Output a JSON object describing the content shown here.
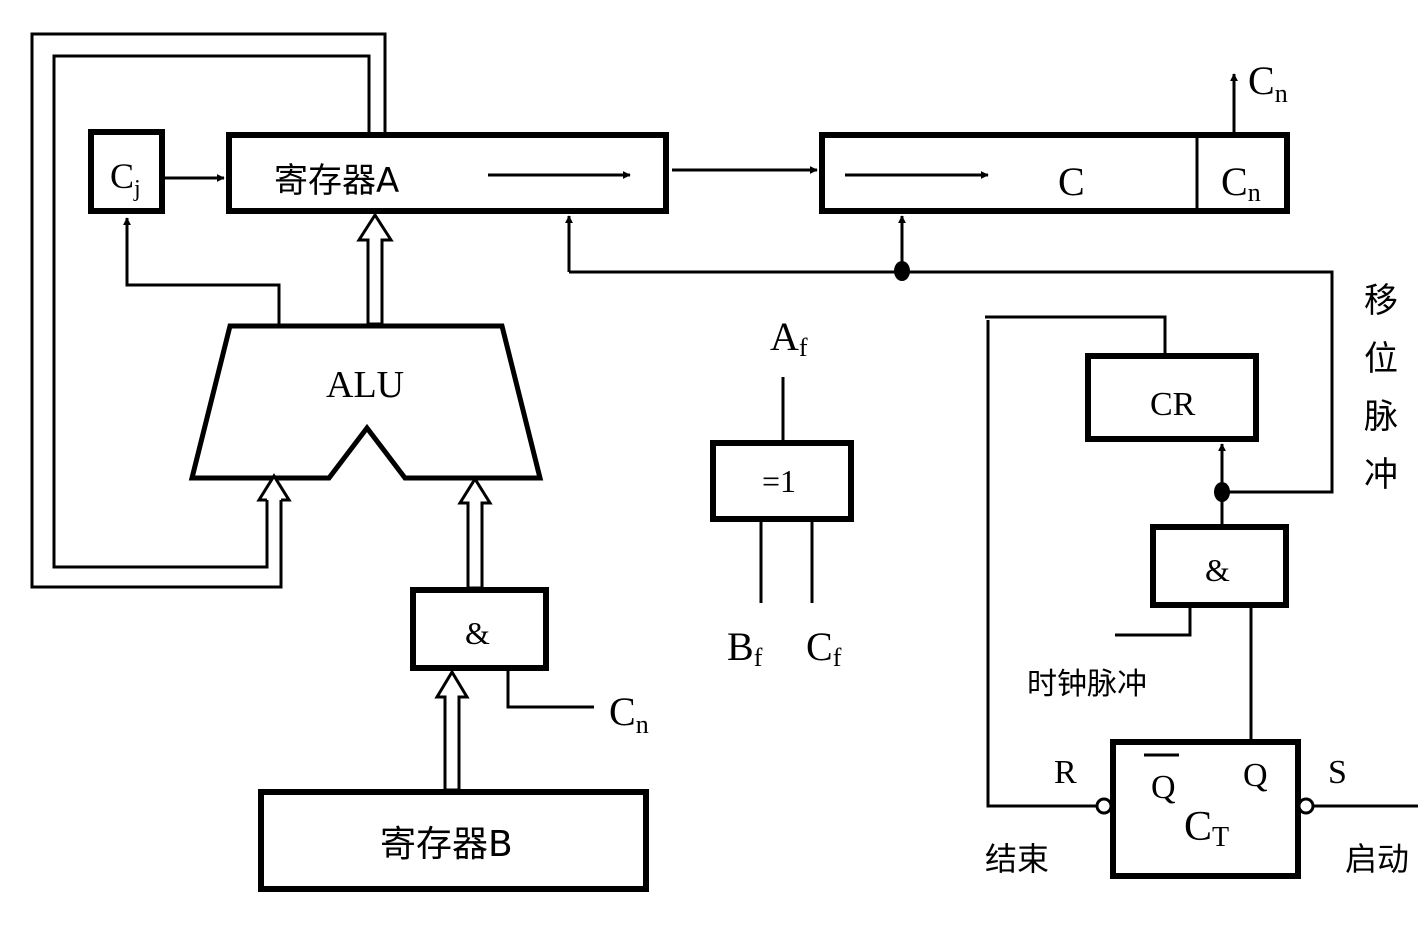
{
  "diagram": {
    "title": "",
    "blocks": {
      "cj": {
        "main": "C",
        "sub": "j"
      },
      "reg_a": {
        "label": "寄存器A"
      },
      "reg_c": {
        "label": "C",
        "cell": {
          "main": "C",
          "sub": "n"
        }
      },
      "alu": {
        "label": "ALU"
      },
      "and_b": {
        "label": "&"
      },
      "reg_b": {
        "label": "寄存器B"
      },
      "xor": {
        "label": "=1"
      },
      "cr": {
        "label": "CR"
      },
      "and_clk": {
        "label": "&"
      },
      "ct": {
        "main": "C",
        "sub": "T",
        "q": "Q",
        "qbar": "Q"
      }
    },
    "signals": {
      "cn_out": {
        "main": "C",
        "sub": "n"
      },
      "cn_in": {
        "main": "C",
        "sub": "n"
      },
      "af": {
        "main": "A",
        "sub": "f"
      },
      "bf": {
        "main": "B",
        "sub": "f"
      },
      "cf": {
        "main": "C",
        "sub": "f"
      },
      "shift_pulse": [
        "移",
        "位",
        "脉",
        "冲"
      ],
      "clock_pulse": "时钟脉冲",
      "r": "R",
      "s": "S",
      "end": "结束",
      "start": "启动"
    }
  }
}
